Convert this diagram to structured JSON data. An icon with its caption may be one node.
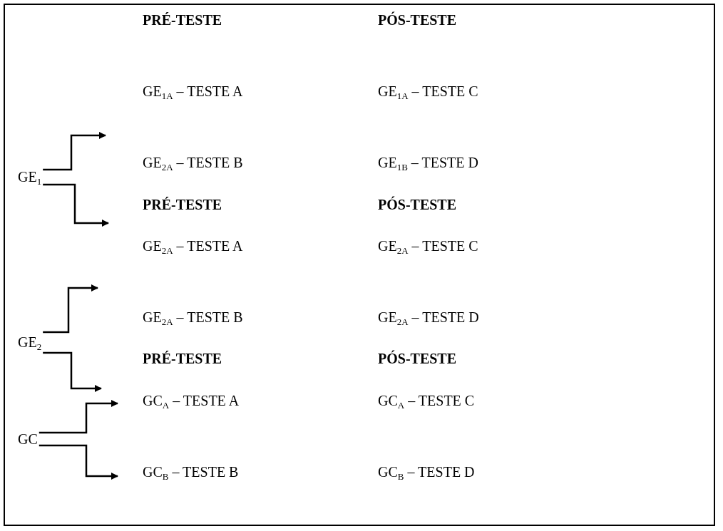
{
  "diagram": {
    "nodes": [
      {
        "text": [
          "GE$_{1}$"
        ]
      },
      {
        "text": [
          "GE$_{2}$"
        ]
      },
      {
        "text": [
          "GC"
        ]
      }
    ],
    "edges": [
      {
        "from": 0,
        "to": null,
        "arrow": "to"
      },
      {
        "from": 0,
        "to": null,
        "arrow": "to"
      },
      {
        "from": 1,
        "to": null,
        "arrow": "to"
      },
      {
        "from": 1,
        "to": null,
        "arrow": "to"
      },
      {
        "from": 2,
        "to": null,
        "arrow": "to"
      },
      {
        "from": 2,
        "to": null,
        "arrow": "to"
      }
    ],
    "labels": [
      "PRÉ-TESTE",
      "PÓS-TESTE",
      "GE$_{1A}$ – TESTE A",
      "GE$_{1A}$ – TESTE C",
      "GE$_{2A}$ – TESTE B",
      "GE$_{1B}$ – TESTE D",
      "PRÉ-TESTE",
      "PÓS-TESTE",
      "GE$_{2A}$ – TESTE A",
      "GE$_{2A}$ – TESTE C",
      "GE$_{2A}$ – TESTE B",
      "GE$_{2A}$ – TESTE D",
      "PRÉ-TESTE",
      "PÓS-TESTE",
      "GC$_{A}$ – TESTE A",
      "GC$_{A}$ – TESTE C",
      "GC$_{B}$ – TESTE B",
      "GC$_{B}$ – TESTE D"
    ]
  }
}
